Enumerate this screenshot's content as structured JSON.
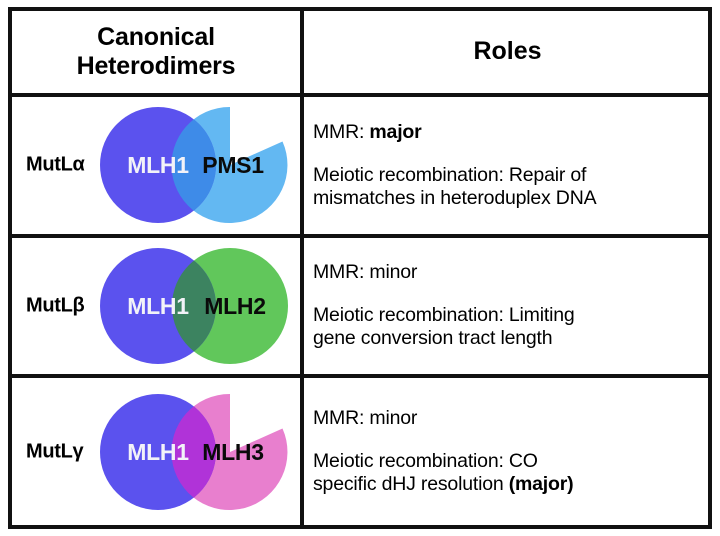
{
  "figure": {
    "type": "table",
    "columns": [
      "Canonical Heterodimers",
      "Roles"
    ]
  },
  "header": {
    "col1_line1": "Canonical",
    "col1_line2": "Heterodimers",
    "col2": "Roles"
  },
  "colors": {
    "mlh1_blue": "#5B52EE",
    "pms1_lightblue": "#63B8F2",
    "pms1_overlap": "#3E8BE8",
    "mlh2_green": "#61C75B",
    "mlh2_overlap": "#3C8360",
    "mlh3_pink": "#E87FCE",
    "mlh3_overlap": "#B033D8",
    "border": "#111111",
    "background": "#ffffff"
  },
  "rows": [
    {
      "complex_label": "MutLα",
      "venn": {
        "left_protein": "MLH1",
        "right_protein": "PMS1",
        "left_fill": "#5B52EE",
        "right_fill": "#63B8F2",
        "overlap_fill": "#3E8BE8",
        "left_label_color": "light",
        "right_label_color": "dark",
        "right_shape": "notched-circle"
      },
      "roles": {
        "mmr_prefix": "MMR: ",
        "mmr_value": "major",
        "mmr_value_bold": true,
        "meiotic_line1": "Meiotic recombination: Repair of",
        "meiotic_line2": "mismatches in heteroduplex DNA",
        "meiotic_bold_tail": ""
      }
    },
    {
      "complex_label": "MutLβ",
      "venn": {
        "left_protein": "MLH1",
        "right_protein": "MLH2",
        "left_fill": "#5B52EE",
        "right_fill": "#61C75B",
        "overlap_fill": "#3C8360",
        "left_label_color": "light",
        "right_label_color": "dark",
        "right_shape": "circle"
      },
      "roles": {
        "mmr_prefix": "MMR: ",
        "mmr_value": "minor",
        "mmr_value_bold": false,
        "meiotic_line1": "Meiotic recombination: Limiting",
        "meiotic_line2": "gene conversion tract length",
        "meiotic_bold_tail": ""
      }
    },
    {
      "complex_label": "MutLγ",
      "venn": {
        "left_protein": "MLH1",
        "right_protein": "MLH3",
        "left_fill": "#5B52EE",
        "right_fill": "#E87FCE",
        "overlap_fill": "#B033D8",
        "left_label_color": "light",
        "right_label_color": "dark",
        "right_shape": "notched-circle"
      },
      "roles": {
        "mmr_prefix": "MMR: ",
        "mmr_value": "minor",
        "mmr_value_bold": false,
        "meiotic_line1": "Meiotic recombination: CO",
        "meiotic_line2": "specific dHJ resolution ",
        "meiotic_bold_tail": "(major)"
      }
    }
  ]
}
